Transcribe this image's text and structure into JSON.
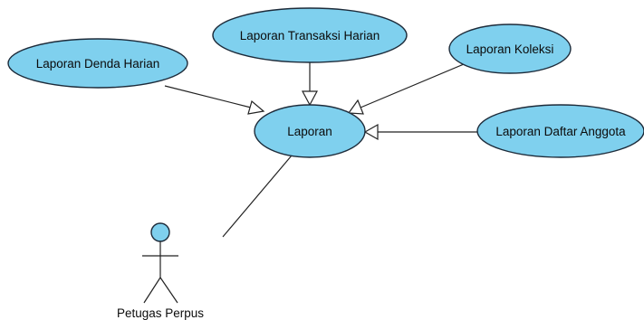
{
  "diagram": {
    "type": "use-case",
    "actor": {
      "name": "Petugas Perpus"
    },
    "use_cases": {
      "laporan": "Laporan",
      "denda_harian": "Laporan Denda Harian",
      "transaksi_harian": "Laporan Transaksi Harian",
      "koleksi": "Laporan Koleksi",
      "daftar_anggota": "Laporan Daftar Anggota"
    },
    "relations": [
      {
        "from": "denda_harian",
        "to": "laporan",
        "kind": "generalization"
      },
      {
        "from": "transaksi_harian",
        "to": "laporan",
        "kind": "generalization"
      },
      {
        "from": "koleksi",
        "to": "laporan",
        "kind": "generalization"
      },
      {
        "from": "daftar_anggota",
        "to": "laporan",
        "kind": "generalization"
      },
      {
        "from": "actor",
        "to": "laporan",
        "kind": "association"
      }
    ],
    "colors": {
      "use_case_fill": "#7fd0ee",
      "outline": "#1d2b3a",
      "line": "#222222"
    }
  }
}
